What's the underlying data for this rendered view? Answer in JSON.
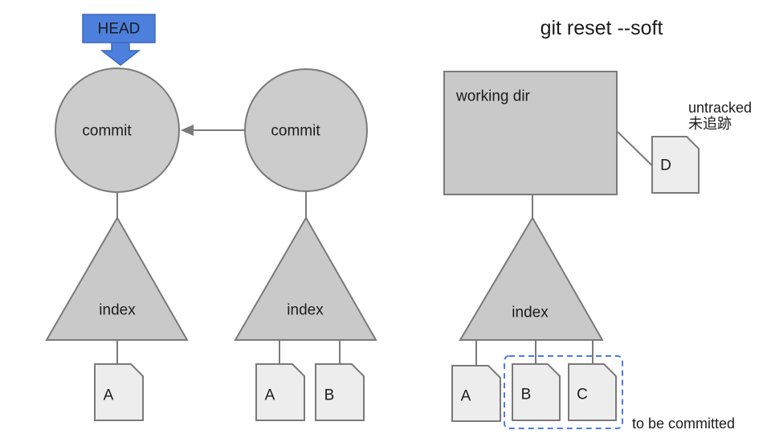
{
  "title": "git reset --soft",
  "head": {
    "label": "HEAD"
  },
  "states": {
    "head_commit": {
      "commit": "commit",
      "index": "index",
      "files": [
        "A"
      ]
    },
    "parent_commit": {
      "commit": "commit",
      "index": "index",
      "files": [
        "A",
        "B"
      ]
    },
    "after_reset": {
      "working_dir": "working dir",
      "index": "index",
      "index_files": [
        "A",
        "B",
        "C"
      ],
      "untracked_file": "D",
      "untracked_label": [
        "untracked",
        "未追跡"
      ],
      "staged_label": "to be committed"
    }
  },
  "colors": {
    "head_fill": "#4d80dd",
    "head_border": "#3e69bb",
    "node_fill": "#cccccc",
    "triangle_fill": "#c9c9c9",
    "file_fill": "#ededed",
    "outline": "#7a7a7a",
    "staged_outline": "#4f79e8",
    "text": "#1c1c1c"
  }
}
